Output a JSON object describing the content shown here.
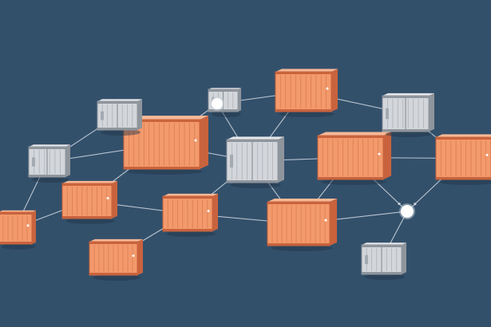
{
  "colors": {
    "background": "#33506b",
    "orange_container": "#f39a6c",
    "orange_dark": "#c9633d",
    "gray_container": "#d3d6da",
    "gray_dark": "#8f959c",
    "link": "#c9d2dc",
    "hub": "#ffffff"
  },
  "nodes": [
    {
      "id": "orange-top-center",
      "kind": "orange-container",
      "icon": "shipping-container-icon"
    },
    {
      "id": "orange-large-left",
      "kind": "orange-container",
      "icon": "shipping-container-icon"
    },
    {
      "id": "orange-right-center",
      "kind": "orange-container",
      "icon": "shipping-container-icon"
    },
    {
      "id": "orange-far-right",
      "kind": "orange-container",
      "icon": "shipping-container-icon"
    },
    {
      "id": "orange-mid-left",
      "kind": "orange-container",
      "icon": "shipping-container-icon"
    },
    {
      "id": "orange-center",
      "kind": "orange-container",
      "icon": "shipping-container-icon"
    },
    {
      "id": "orange-bottom-center",
      "kind": "orange-container",
      "icon": "shipping-container-icon"
    },
    {
      "id": "orange-bottom-left",
      "kind": "orange-container",
      "icon": "shipping-container-icon"
    },
    {
      "id": "orange-far-left",
      "kind": "orange-container",
      "icon": "shipping-container-icon"
    },
    {
      "id": "gray-top-left",
      "kind": "gray-container",
      "icon": "server-container-icon"
    },
    {
      "id": "gray-top-small",
      "kind": "gray-container",
      "icon": "server-container-icon"
    },
    {
      "id": "gray-left",
      "kind": "gray-container",
      "icon": "server-container-icon"
    },
    {
      "id": "gray-center",
      "kind": "gray-container",
      "icon": "server-container-icon"
    },
    {
      "id": "gray-top-right",
      "kind": "gray-container",
      "icon": "server-container-icon"
    },
    {
      "id": "gray-bottom-right",
      "kind": "gray-container",
      "icon": "server-container-icon"
    },
    {
      "id": "hub-top",
      "kind": "hub",
      "icon": "network-hub-icon"
    },
    {
      "id": "hub-right",
      "kind": "hub",
      "icon": "network-hub-icon"
    }
  ],
  "links": [
    [
      "hub-top",
      "orange-top-center"
    ],
    [
      "hub-top",
      "orange-large-left"
    ],
    [
      "hub-top",
      "gray-center"
    ],
    [
      "orange-top-center",
      "gray-center"
    ],
    [
      "orange-top-center",
      "gray-top-right"
    ],
    [
      "gray-top-left",
      "gray-left"
    ],
    [
      "gray-left",
      "orange-large-left"
    ],
    [
      "gray-left",
      "orange-far-left"
    ],
    [
      "orange-large-left",
      "gray-center"
    ],
    [
      "orange-large-left",
      "orange-mid-left"
    ],
    [
      "gray-center",
      "orange-right-center"
    ],
    [
      "gray-center",
      "orange-center"
    ],
    [
      "gray-center",
      "orange-bottom-center"
    ],
    [
      "orange-right-center",
      "gray-top-right"
    ],
    [
      "orange-right-center",
      "orange-far-right"
    ],
    [
      "orange-right-center",
      "orange-bottom-center"
    ],
    [
      "orange-right-center",
      "hub-right"
    ],
    [
      "gray-top-right",
      "orange-far-right"
    ],
    [
      "orange-far-right",
      "hub-right"
    ],
    [
      "hub-right",
      "orange-bottom-center"
    ],
    [
      "hub-right",
      "gray-bottom-right"
    ],
    [
      "orange-mid-left",
      "orange-far-left"
    ],
    [
      "orange-mid-left",
      "orange-center"
    ],
    [
      "orange-center",
      "orange-bottom-left"
    ],
    [
      "orange-center",
      "orange-bottom-center"
    ]
  ]
}
